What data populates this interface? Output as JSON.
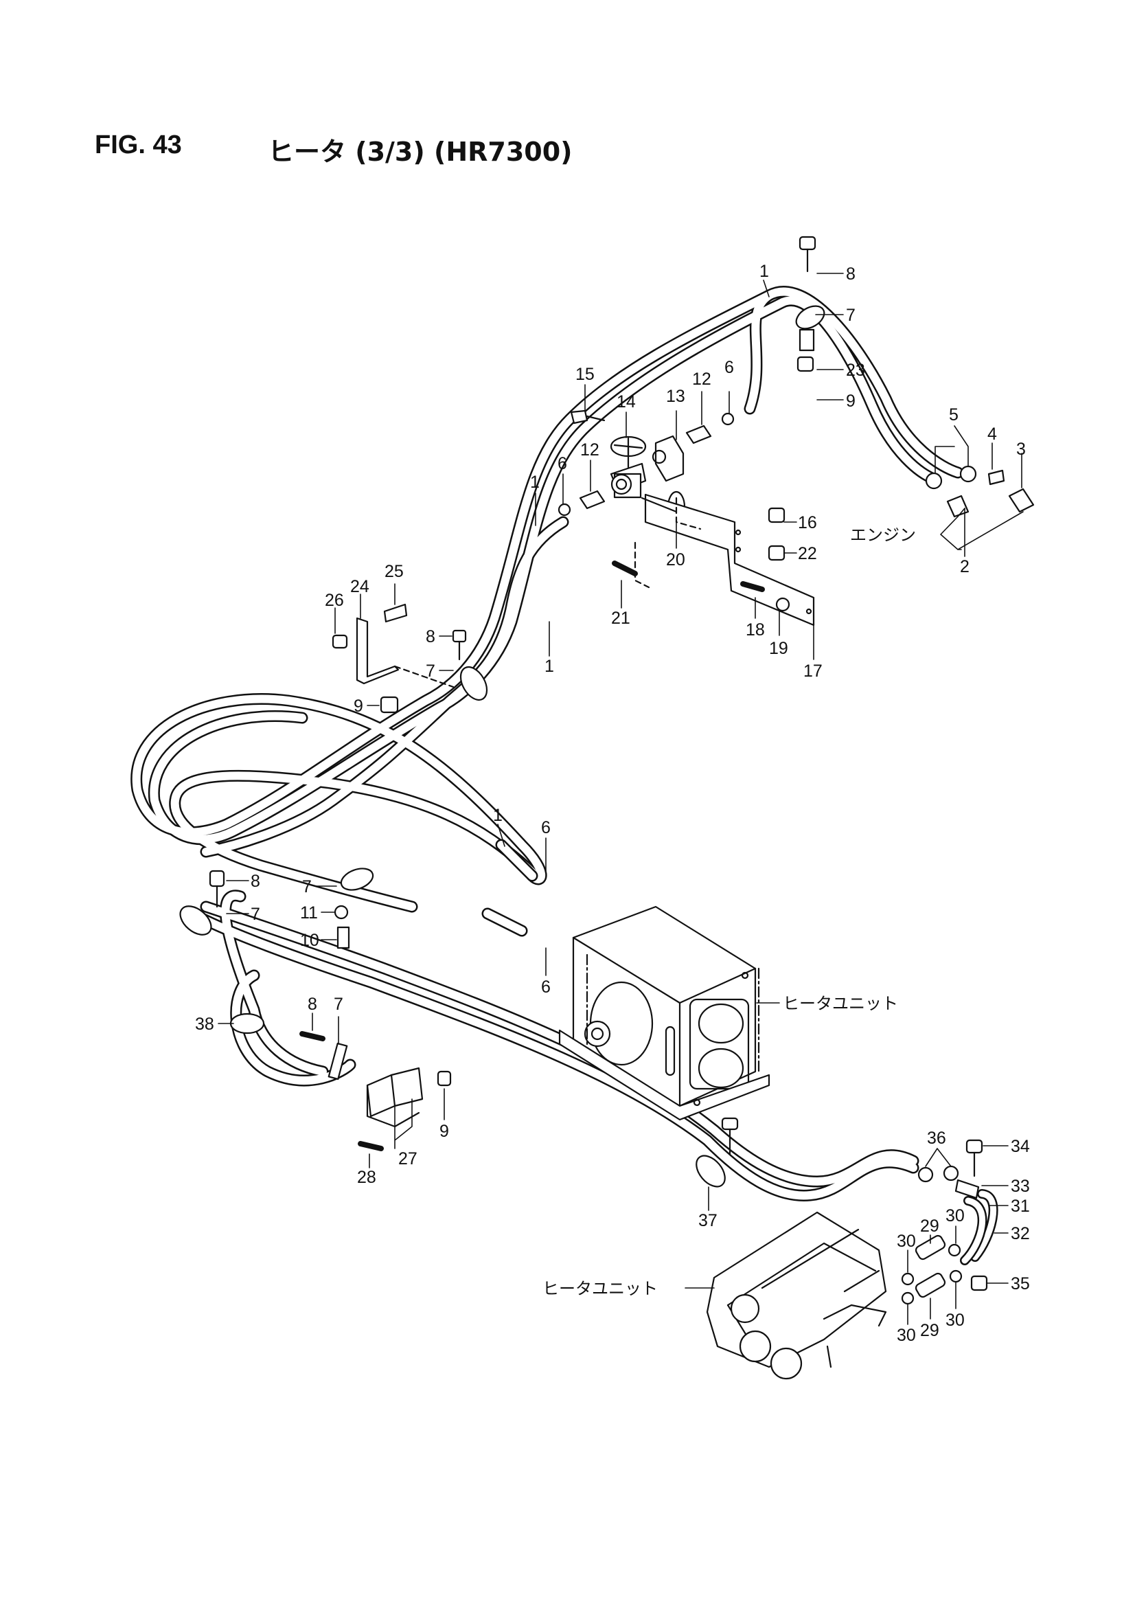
{
  "header": {
    "figure_number": "FIG. 43",
    "title": "ヒータ (3/3) (HR7300)"
  },
  "annotations": {
    "engine": "エンジン",
    "heater_unit_upper": "ヒータユニット",
    "heater_unit_lower": "ヒータユニット"
  },
  "callouts": {
    "c1_top": "1",
    "c1_mid_left": "1",
    "c1_mid": "1",
    "c1_center": "1",
    "c2": "2",
    "c3": "3",
    "c4": "4",
    "c5": "5",
    "c6_top": "6",
    "c6_left": "6",
    "c6_center_top": "6",
    "c6_center_bottom": "6",
    "c7_top": "7",
    "c7_mid": "7",
    "c7_left_a": "7",
    "c7_left_b": "7",
    "c7_lower": "7",
    "c8_top": "8",
    "c8_mid": "8",
    "c8_left": "8",
    "c8_lower": "8",
    "c9_top": "9",
    "c9_mid": "9",
    "c9_lower": "9",
    "c10": "10",
    "c11": "11",
    "c12_top": "12",
    "c12_left": "12",
    "c13": "13",
    "c14": "14",
    "c15": "15",
    "c16": "16",
    "c17": "17",
    "c18": "18",
    "c19": "19",
    "c20": "20",
    "c21": "21",
    "c22": "22",
    "c23": "23",
    "c24": "24",
    "c25": "25",
    "c26": "26",
    "c27": "27",
    "c28": "28",
    "c29_top": "29",
    "c29_bottom": "29",
    "c30_a": "30",
    "c30_b": "30",
    "c30_c": "30",
    "c30_d": "30",
    "c31": "31",
    "c32": "32",
    "c33": "33",
    "c34": "34",
    "c35": "35",
    "c36": "36",
    "c37": "37",
    "c38": "38"
  }
}
